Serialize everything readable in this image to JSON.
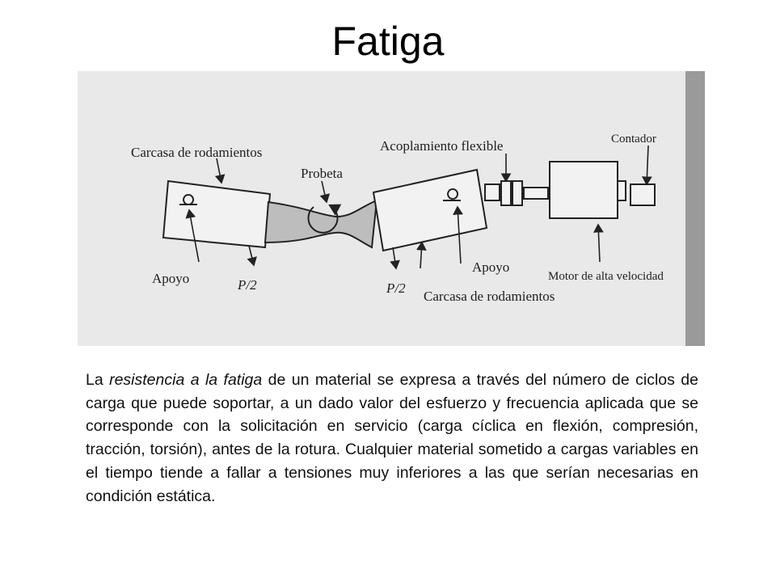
{
  "title": "Fatiga",
  "diagram": {
    "labels": {
      "carcasa_left": "Carcasa de rodamientos",
      "probeta": "Probeta",
      "acoplamiento": "Acoplamiento flexible",
      "contador": "Contador",
      "apoyo_left": "Apoyo",
      "p2_left": "P/2",
      "p2_right": "P/2",
      "carcasa_right": "Carcasa de rodamientos",
      "apoyo_right": "Apoyo",
      "motor": "Motor de alta velocidad"
    }
  },
  "paragraph": {
    "part1": "La ",
    "emphasis": "resistencia a la fatiga",
    "part2": " de un material se expresa a través del número de ciclos de carga que puede soportar, a un dado valor del esfuerzo y frecuencia aplicada que se corresponde con la solicitación en servicio (carga cíclica en flexión, compresión, tracción, torsión), antes de la rotura. Cualquier material sometido a cargas variables en el tiempo tiende a fallar a tensiones muy inferiores a las que serían necesarias en condición estática."
  }
}
